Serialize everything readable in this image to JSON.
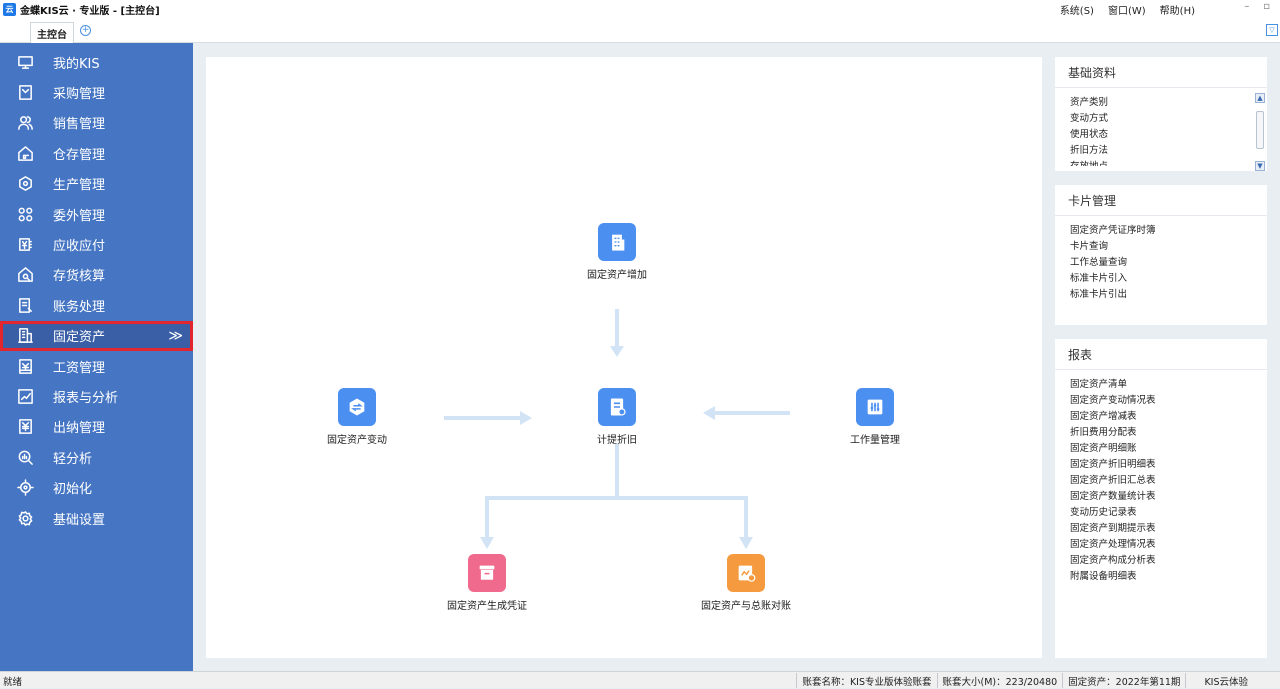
{
  "window": {
    "title": "金蝶KIS云 · 专业版 - [主控台]",
    "logo_text": "云"
  },
  "menubar": [
    "系统(S)",
    "窗口(W)",
    "帮助(H)"
  ],
  "window_controls": {
    "minimize": "–",
    "restore": "▫"
  },
  "tabs": [
    {
      "label": "主控台"
    }
  ],
  "tab_add": "+",
  "tab_dropdown": "▽",
  "sidebar": {
    "items": [
      {
        "label": "我的KIS",
        "icon": "monitor-icon"
      },
      {
        "label": "采购管理",
        "icon": "purchase-icon"
      },
      {
        "label": "销售管理",
        "icon": "users-icon"
      },
      {
        "label": "仓存管理",
        "icon": "warehouse-icon"
      },
      {
        "label": "生产管理",
        "icon": "production-icon"
      },
      {
        "label": "委外管理",
        "icon": "outsource-icon"
      },
      {
        "label": "应收应付",
        "icon": "receivable-icon"
      },
      {
        "label": "存货核算",
        "icon": "inventory-icon"
      },
      {
        "label": "账务处理",
        "icon": "ledger-icon"
      },
      {
        "label": "固定资产",
        "icon": "building-icon",
        "active": true,
        "chevron": "≫"
      },
      {
        "label": "工资管理",
        "icon": "salary-icon"
      },
      {
        "label": "报表与分析",
        "icon": "chart-icon"
      },
      {
        "label": "出纳管理",
        "icon": "cashier-icon"
      },
      {
        "label": "轻分析",
        "icon": "analysis-icon"
      },
      {
        "label": "初始化",
        "icon": "init-icon"
      },
      {
        "label": "基础设置",
        "icon": "gear-icon"
      }
    ]
  },
  "flow": {
    "nodes": [
      {
        "id": "increase",
        "label": "固定资产增加",
        "color": "#4b8ff0",
        "icon": "building-icon"
      },
      {
        "id": "change",
        "label": "固定资产变动",
        "color": "#4b8ff0",
        "icon": "exchange-icon"
      },
      {
        "id": "depreciation",
        "label": "计提折旧",
        "color": "#4b8ff0",
        "icon": "document-gear-icon"
      },
      {
        "id": "workload",
        "label": "工作量管理",
        "color": "#4b8ff0",
        "icon": "sliders-icon"
      },
      {
        "id": "voucher",
        "label": "固定资产生成凭证",
        "color": "#f06a8d",
        "icon": "archive-icon"
      },
      {
        "id": "reconcile",
        "label": "固定资产与总账对账",
        "color": "#f59a3e",
        "icon": "reconcile-icon"
      }
    ],
    "arrow_color": "#d2e3f6"
  },
  "panels": [
    {
      "title": "基础资料",
      "links": [
        "资产类别",
        "变动方式",
        "使用状态",
        "折旧方法",
        "存放地点"
      ],
      "scroll": {
        "up": "▲",
        "down": "▼"
      }
    },
    {
      "title": "卡片管理",
      "links": [
        "固定资产凭证序时簿",
        "卡片查询",
        "工作总量查询",
        "标准卡片引入",
        "标准卡片引出"
      ]
    },
    {
      "title": "报表",
      "links": [
        "固定资产清单",
        "固定资产变动情况表",
        "固定资产增减表",
        "折旧费用分配表",
        "固定资产明细账",
        "固定资产折旧明细表",
        "固定资产折旧汇总表",
        "固定资产数量统计表",
        "变动历史记录表",
        "固定资产到期提示表",
        "固定资产处理情况表",
        "固定资产构成分析表",
        "附属设备明细表"
      ]
    }
  ],
  "statusbar": {
    "left": "就绪",
    "segments": [
      "账套名称：KIS专业版体验账套",
      "账套大小(M)：223/20480",
      "固定资产：2022年第11期",
      "KIS云体验"
    ]
  },
  "colors": {
    "sidebar": "#4676c3",
    "sidebar_active": "#3a5fa6",
    "highlight": "#e3262d"
  }
}
